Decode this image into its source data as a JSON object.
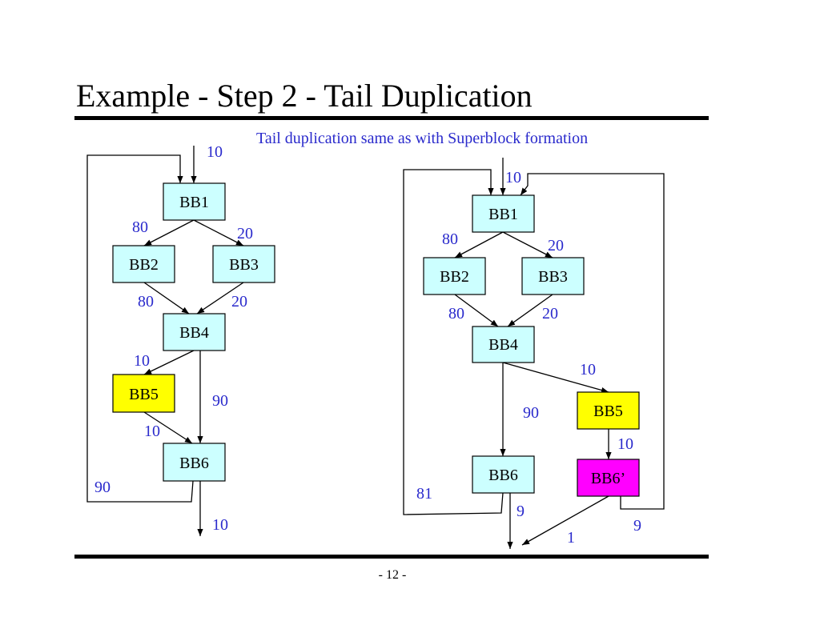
{
  "slide": {
    "title": "Example - Step 2 - Tail Duplication",
    "subtitle": "Tail duplication same as with Superblock formation",
    "page_number": "- 12 -"
  },
  "colors": {
    "block_default": "#ccffff",
    "block_highlight": "#ffff00",
    "block_duplicate": "#ff00ff",
    "freq_text": "#2a2acc"
  },
  "left_graph": {
    "blocks": [
      {
        "id": "BB1",
        "label": "BB1",
        "color": "block_default"
      },
      {
        "id": "BB2",
        "label": "BB2",
        "color": "block_default"
      },
      {
        "id": "BB3",
        "label": "BB3",
        "color": "block_default"
      },
      {
        "id": "BB4",
        "label": "BB4",
        "color": "block_default"
      },
      {
        "id": "BB5",
        "label": "BB5",
        "color": "block_highlight"
      },
      {
        "id": "BB6",
        "label": "BB6",
        "color": "block_default"
      }
    ],
    "edges": [
      {
        "from": "entry",
        "to": "BB1",
        "weight": "10"
      },
      {
        "from": "BB1",
        "to": "BB2",
        "weight": "80"
      },
      {
        "from": "BB1",
        "to": "BB3",
        "weight": "20"
      },
      {
        "from": "BB2",
        "to": "BB4",
        "weight": "80"
      },
      {
        "from": "BB3",
        "to": "BB4",
        "weight": "20"
      },
      {
        "from": "BB4",
        "to": "BB5",
        "weight": "10"
      },
      {
        "from": "BB4",
        "to": "BB6",
        "weight": "90"
      },
      {
        "from": "BB5",
        "to": "BB6",
        "weight": "10"
      },
      {
        "from": "BB6",
        "to": "BB1",
        "weight": "90"
      },
      {
        "from": "BB6",
        "to": "exit",
        "weight": "10"
      }
    ]
  },
  "right_graph": {
    "blocks": [
      {
        "id": "BB1",
        "label": "BB1",
        "color": "block_default"
      },
      {
        "id": "BB2",
        "label": "BB2",
        "color": "block_default"
      },
      {
        "id": "BB3",
        "label": "BB3",
        "color": "block_default"
      },
      {
        "id": "BB4",
        "label": "BB4",
        "color": "block_default"
      },
      {
        "id": "BB5",
        "label": "BB5",
        "color": "block_highlight"
      },
      {
        "id": "BB6",
        "label": "BB6",
        "color": "block_default"
      },
      {
        "id": "BB6dup",
        "label": "BB6’",
        "color": "block_duplicate"
      }
    ],
    "edges": [
      {
        "from": "entry",
        "to": "BB1",
        "weight": "10"
      },
      {
        "from": "BB1",
        "to": "BB2",
        "weight": "80"
      },
      {
        "from": "BB1",
        "to": "BB3",
        "weight": "20"
      },
      {
        "from": "BB2",
        "to": "BB4",
        "weight": "80"
      },
      {
        "from": "BB3",
        "to": "BB4",
        "weight": "20"
      },
      {
        "from": "BB4",
        "to": "BB5",
        "weight": "10"
      },
      {
        "from": "BB4",
        "to": "BB6",
        "weight": "90"
      },
      {
        "from": "BB5",
        "to": "BB6dup",
        "weight": "10"
      },
      {
        "from": "BB6",
        "to": "BB1",
        "weight": "81"
      },
      {
        "from": "BB6",
        "to": "exit",
        "weight": "9"
      },
      {
        "from": "BB6dup",
        "to": "BB1",
        "weight": "9"
      },
      {
        "from": "BB6dup",
        "to": "exit",
        "weight": "1"
      }
    ]
  }
}
